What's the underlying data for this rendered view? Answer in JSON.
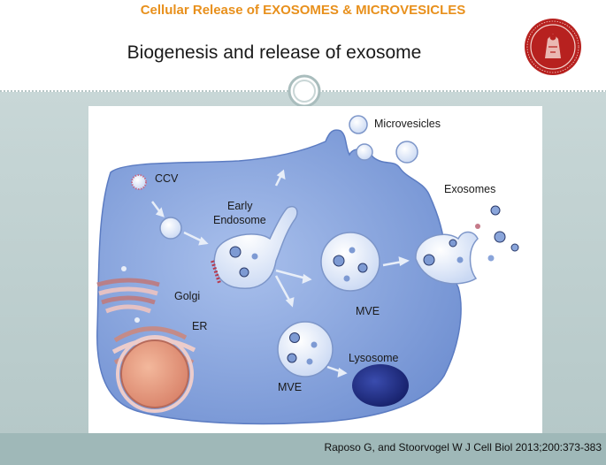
{
  "slide": {
    "header": "Cellular Release of EXOSOMES & MICROVESICLES",
    "subtitle": "Biogenesis and release of exosome",
    "citation": "Raposo G, and Stoorvogel W J Cell Biol 2013;200:373-383"
  },
  "diagram": {
    "labels": {
      "microvesicles": "Microvesicles",
      "ccv": "CCV",
      "early_endosome_line1": "Early",
      "early_endosome_line2": "Endosome",
      "exosomes": "Exosomes",
      "golgi": "Golgi",
      "er": "ER",
      "mve_upper": "MVE",
      "mve_lower": "MVE",
      "lysosome": "Lysosome"
    }
  },
  "colors": {
    "header": "#e8901c",
    "cell": "#7f9fd6",
    "lysosome": "#1f2a7a",
    "nucleus": "#e59b7e",
    "seal": "#b7211f"
  },
  "icons": {
    "logo": "university-seal",
    "divider": "ring-ornament"
  }
}
